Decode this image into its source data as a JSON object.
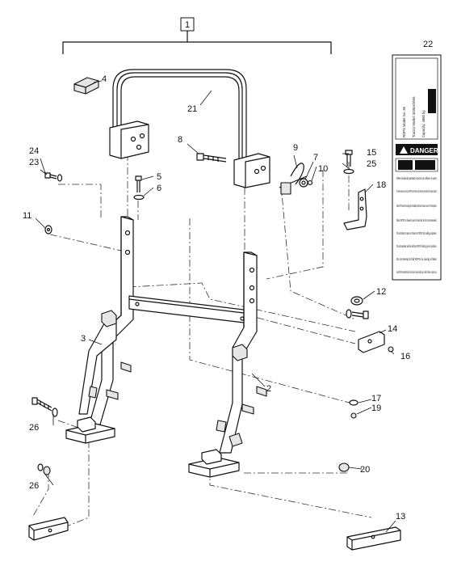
{
  "assembly_callout": "1",
  "callouts": {
    "c2": "2",
    "c3": "3",
    "c4": "4",
    "c5": "5",
    "c6": "6",
    "c7": "7",
    "c8": "8",
    "c9": "9",
    "c10": "10",
    "c11": "11",
    "c12": "12",
    "c13": "13",
    "c14": "14",
    "c15": "15",
    "c16": "16",
    "c17": "17",
    "c18": "18",
    "c19": "19",
    "c20": "20",
    "c21": "21",
    "c22": "22",
    "c23": "23",
    "c24": "24",
    "c25": "25",
    "c26a": "26",
    "c26b": "26"
  },
  "decal": {
    "header_lines": [
      "ROPS Model No. 36",
      "Tractor Model: 3036A/3046",
      "Capacity: 4880 kg"
    ],
    "warning_word": "DANGER",
    "paragraphs": [
      "When improperly operated a tractor can rollover or upset.",
      "For lower clearance use only, the ROPS can be lowered. No protection is provided in the lowered position.",
      "Raise ROPS and insert locking pins immediately after lower clearance use or for Transportation.",
      "When ROPS is lowered use of seat belt is not recommended.",
      "Do not attach ropes or chains to ROPS for pulling purposes.",
      "Do not operate vehicle without ROPS locking pins in position.",
      "Do not attempt to fold ROPS if a canopy is fitted.",
      "Use of ROPS and seat belt reduce the chance of serious bodily injury or death if rollover or upset occurs."
    ]
  }
}
